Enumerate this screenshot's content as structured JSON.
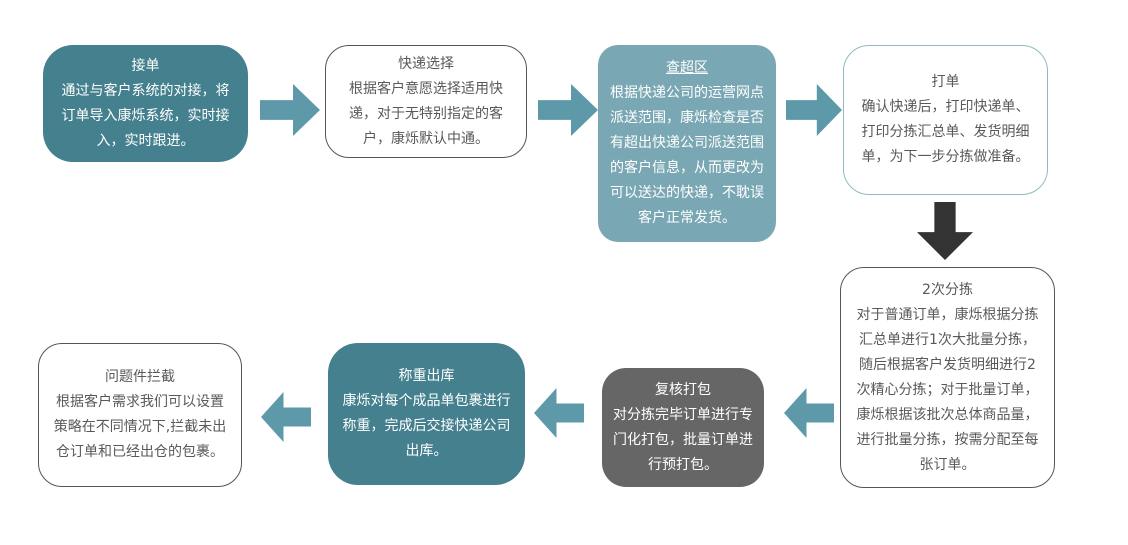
{
  "flow": {
    "steps": [
      {
        "id": "receive-order",
        "title": "接单",
        "body": "通过与客户系统的对接，将订单导入康烁系统，实时接入，实时跟进。",
        "style": "teal"
      },
      {
        "id": "courier-selection",
        "title": "快递选择",
        "body": "根据客户意愿选择适用快递，对于无特别指定的客户，康烁默认中通。",
        "style": "white-dark-border"
      },
      {
        "id": "out-of-range-check",
        "title": "查超区",
        "body": "根据快递公司的运营网点派送范围，康烁检查是否有超出快递公司派送范围的客户信息，从而更改为可以送达的快递，不耽误客户正常发货。",
        "style": "light-teal",
        "title_underlined": true
      },
      {
        "id": "print-orders",
        "title": "打单",
        "body": "确认快递后，打印快递单、打印分拣汇总单、发货明细单，为下一步分拣做准备。",
        "style": "white-blue-border"
      },
      {
        "id": "two-stage-sorting",
        "title": "2次分拣",
        "body": "对于普通订单，康烁根据分拣汇总单进行1次大批量分拣，随后根据客户发货明细进行2次精心分拣；对于批量订单，康烁根据该批次总体商品量，进行批量分拣，按需分配至每张订单。",
        "style": "white-dark-border"
      },
      {
        "id": "recheck-packing",
        "title": "复核打包",
        "body": "对分拣完毕订单进行专门化打包，批量订单进行预打包。",
        "style": "gray"
      },
      {
        "id": "weigh-outbound",
        "title": "称重出库",
        "body": "康烁对每个成品单包裹进行称重，完成后交接快递公司出库。",
        "style": "teal"
      },
      {
        "id": "problem-parcel-interception",
        "title": "问题件拦截",
        "body": "根据客户需求我们可以设置策略在不同情况下,拦截未出仓订单和已经出仓的包裹。",
        "style": "white-dark-border"
      }
    ],
    "connections": [
      {
        "from": "接单",
        "to": "快递选择",
        "direction": "right"
      },
      {
        "from": "快递选择",
        "to": "查超区",
        "direction": "right"
      },
      {
        "from": "查超区",
        "to": "打单",
        "direction": "right"
      },
      {
        "from": "打单",
        "to": "2次分拣",
        "direction": "down"
      },
      {
        "from": "2次分拣",
        "to": "复核打包",
        "direction": "left"
      },
      {
        "from": "复核打包",
        "to": "称重出库",
        "direction": "left"
      },
      {
        "from": "称重出库",
        "to": "问题件拦截",
        "direction": "left"
      }
    ]
  },
  "colors": {
    "bg": "#FFFFFF",
    "teal_box": "#45808F",
    "light_teal_box": "#7AA7B4",
    "gray_box": "#666666",
    "arrow_teal": "#5E99AA",
    "arrow_dark": "#333333",
    "white_box_border_dark": "#555555",
    "white_box_border_light": "#8FB9C3",
    "body_text_gray": "#595959",
    "white_text": "#FFFFFF"
  }
}
